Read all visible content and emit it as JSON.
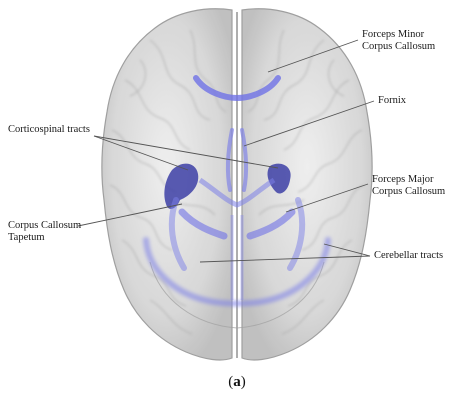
{
  "figure": {
    "labels": {
      "forceps_minor_line1": "Forceps Minor",
      "forceps_minor_line2": "Corpus Callosum",
      "fornix": "Fornix",
      "corticospinal": "Corticospinal tracts",
      "forceps_major_line1": "Forceps Major",
      "forceps_major_line2": "Corpus Callosum",
      "tapetum_line1": "Corpus Callosum",
      "tapetum_line2": "Tapetum",
      "cerebellar": "Cerebellar tracts"
    },
    "caption": {
      "open": "(",
      "letter": "a",
      "close": ")"
    }
  },
  "colors": {
    "brain_fill": "#d9d9d9",
    "brain_stroke": "#9a9a9a",
    "tract_color": "#6f72e6",
    "tract_dark": "#3d3fa6",
    "leader_line": "#555555"
  }
}
